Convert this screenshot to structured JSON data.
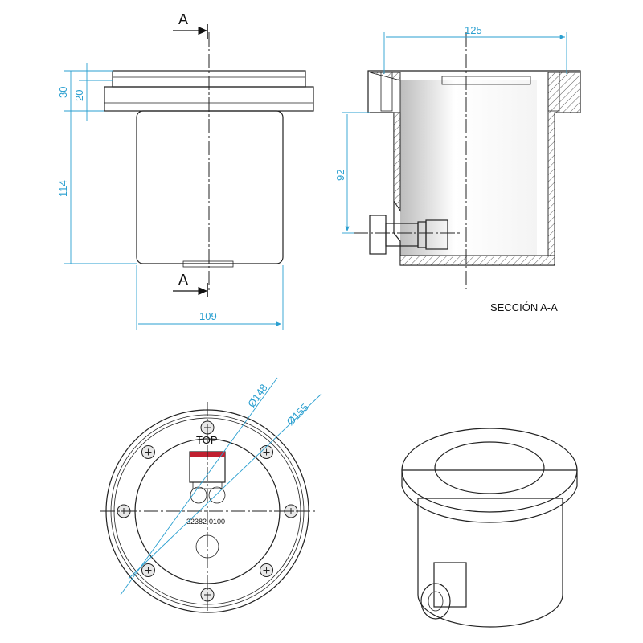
{
  "front_view": {
    "section_mark_top": "A",
    "section_mark_bottom": "A",
    "dim_flange_total": "30",
    "dim_flange_inner": "20",
    "dim_height": "114",
    "dim_body_width": "109"
  },
  "section_view": {
    "dim_top_width": "125",
    "dim_fitting_height": "92",
    "caption": "SECCIÓN A-A"
  },
  "top_view": {
    "dim_diameter_148": "Ø148",
    "dim_diameter_155": "Ø155",
    "label_top": "TOP",
    "part_number": "32382-0100"
  },
  "colors": {
    "dimension": "#2a9fd0",
    "seal_red": "#e02020",
    "nut_blue": "#6a6ad8",
    "led_green": "#20c070"
  }
}
